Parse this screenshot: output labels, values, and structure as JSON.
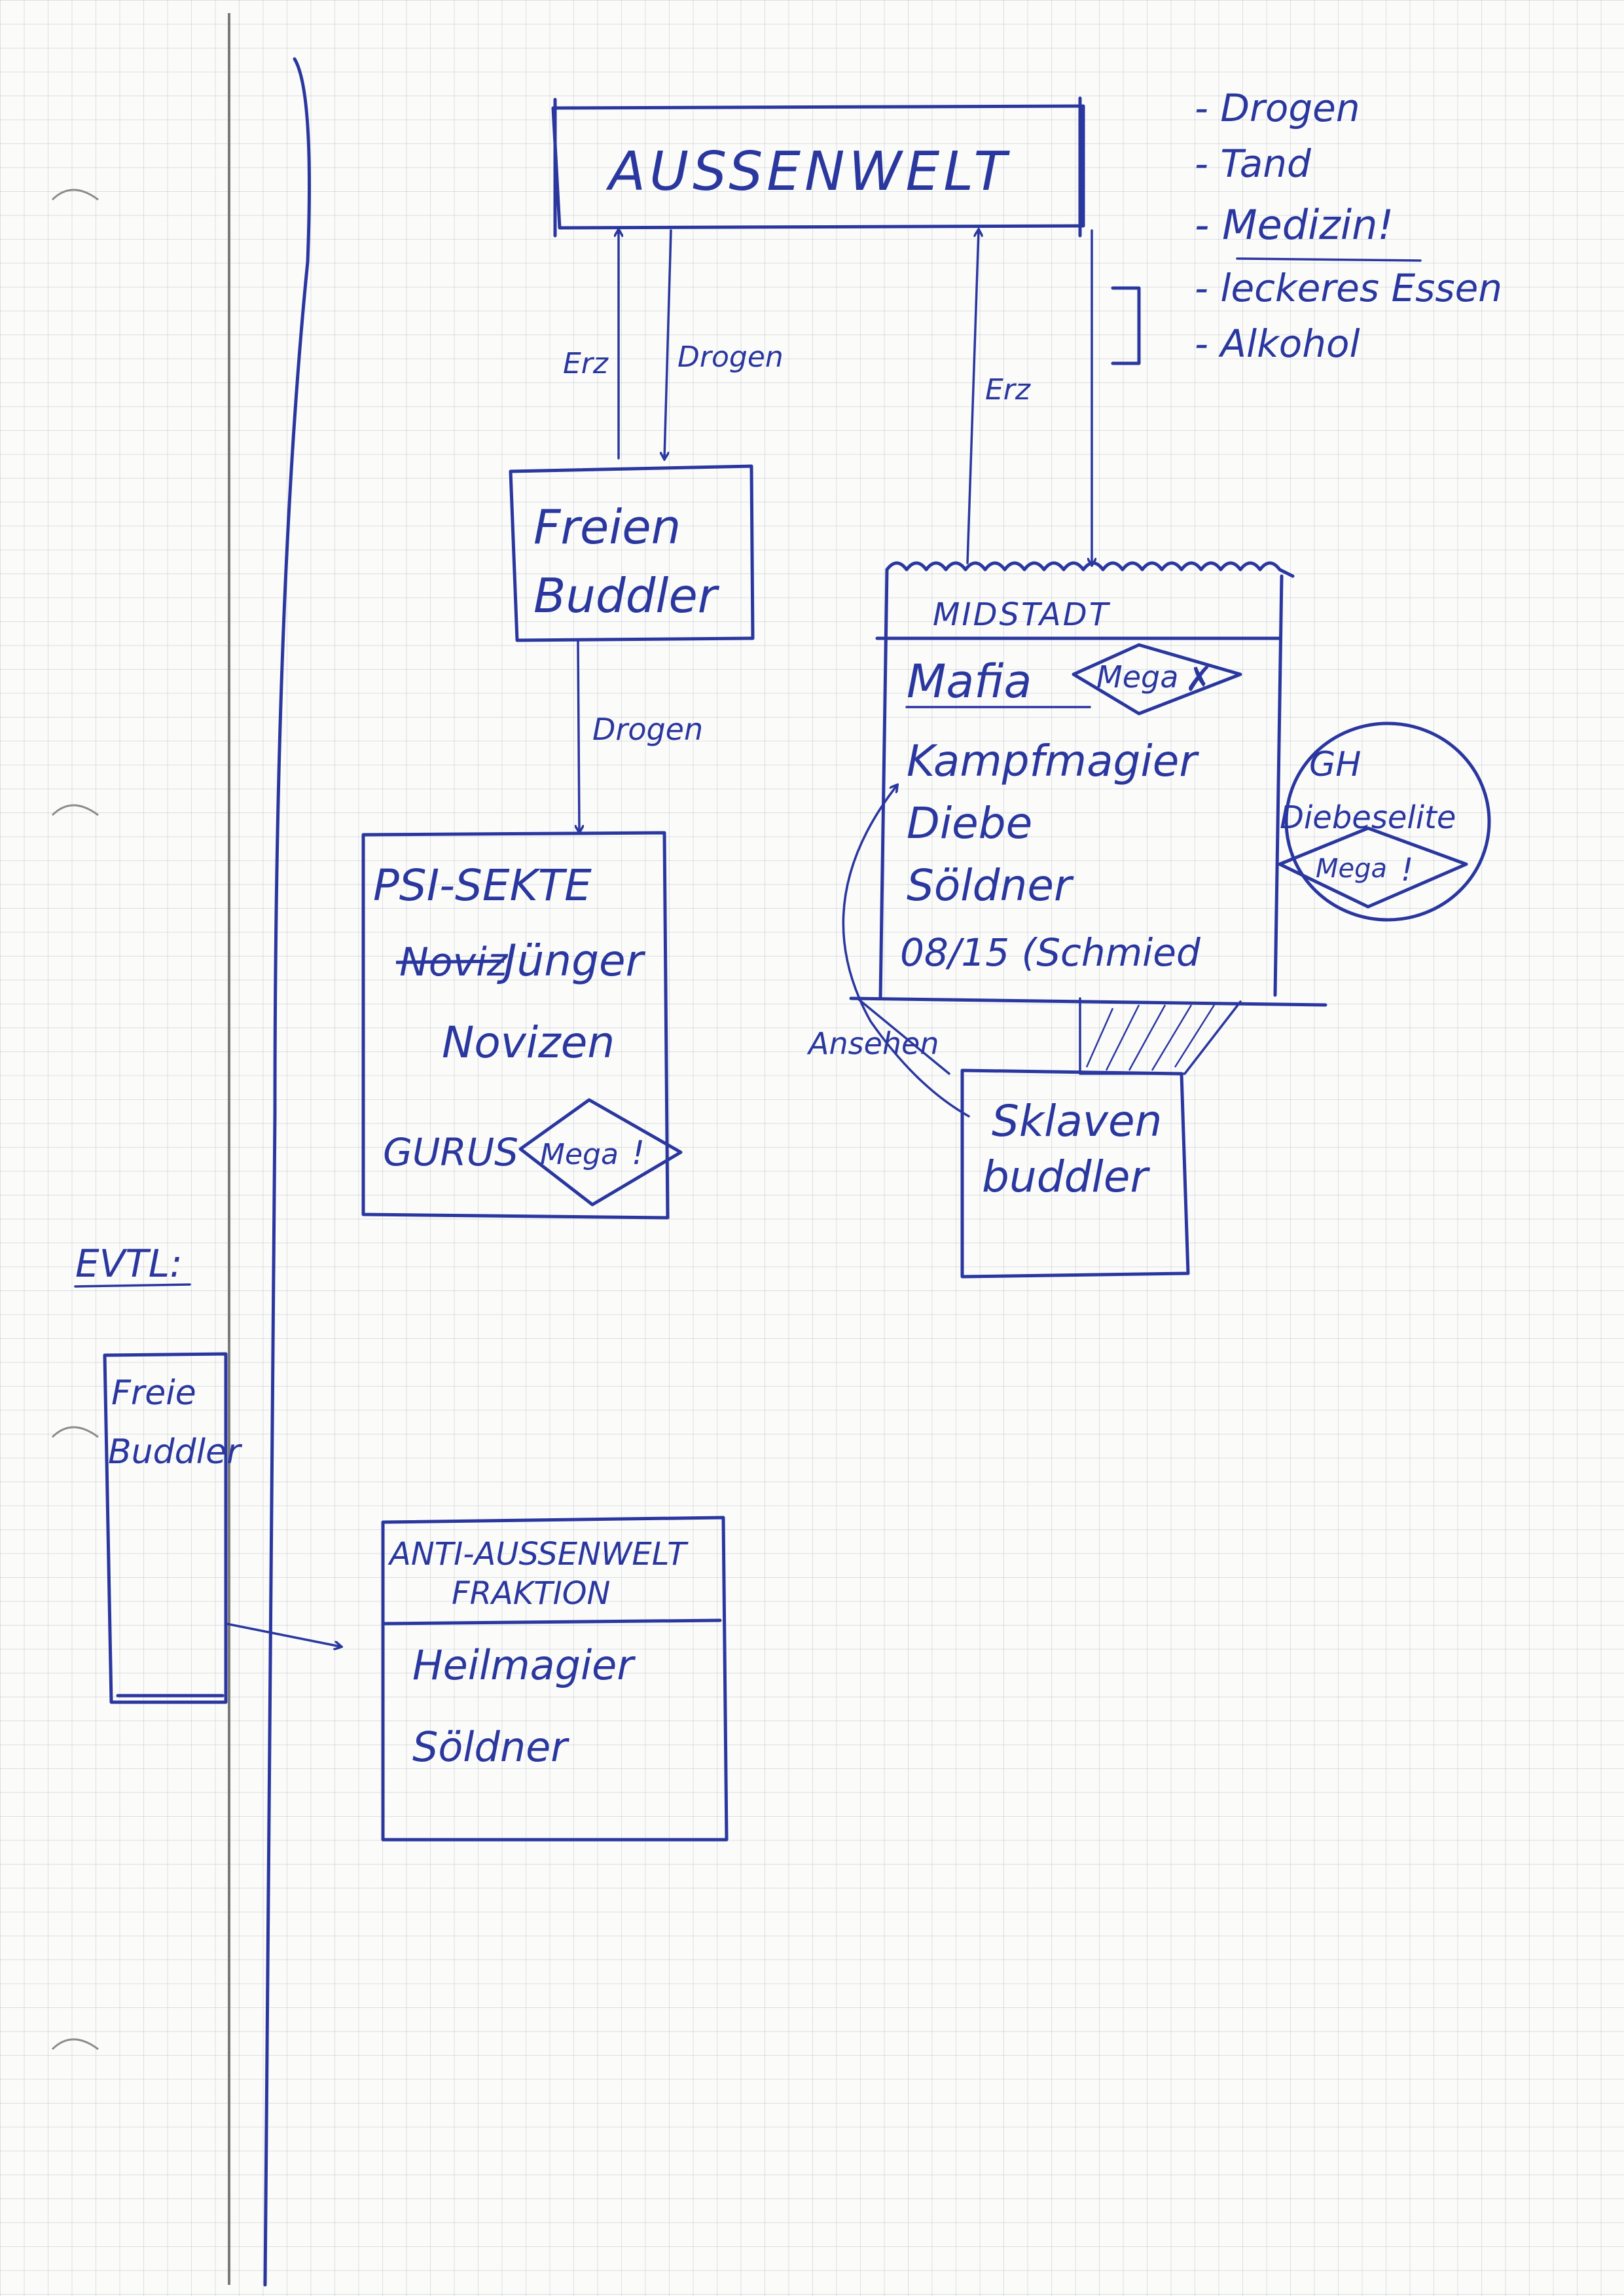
{
  "aussenwelt": {
    "title": "AUSSENWELT"
  },
  "goods_list": [
    "- Drogen",
    "- Tand",
    "- Medizin!",
    "- leckeres Essen",
    "- Alkohol"
  ],
  "edges": {
    "erz_left": "Erz",
    "drogen_down": "Drogen",
    "erz_right": "Erz",
    "drogen_psi": "Drogen",
    "ansehen": "Ansehen"
  },
  "freie_buddler": {
    "line1": "Freien",
    "line2": "Buddler"
  },
  "midstadt": {
    "title": "MIDSTADT",
    "mafia": "Mafia",
    "mafia_mega": "Mega",
    "mafia_mark": "✗",
    "kampfmagier": "Kampfmagier",
    "diebe": "Diebe",
    "soeldner": "Söldner",
    "schmied": "08/15 (Schmied"
  },
  "gh": {
    "line1": "GH",
    "line2": "Diebeselite",
    "mega": "Mega",
    "mark": "!"
  },
  "psi_sekte": {
    "title": "PSI-SEKTE",
    "struck": "Noviz",
    "juenger": "Jünger",
    "novizen": "Novizen",
    "gurus": "GURUS",
    "mega": "Mega",
    "mark": "!"
  },
  "sklaven": {
    "line1": "Sklaven",
    "line2": "buddler"
  },
  "evtl": {
    "label": "EVTL:"
  },
  "evtl_box": {
    "line1": "Freie",
    "line2": "Buddler"
  },
  "anti": {
    "title1": "ANTI-AUSSENWELT",
    "title2": "FRAKTION",
    "item1": "Heilmagier",
    "item2": "Söldner"
  }
}
